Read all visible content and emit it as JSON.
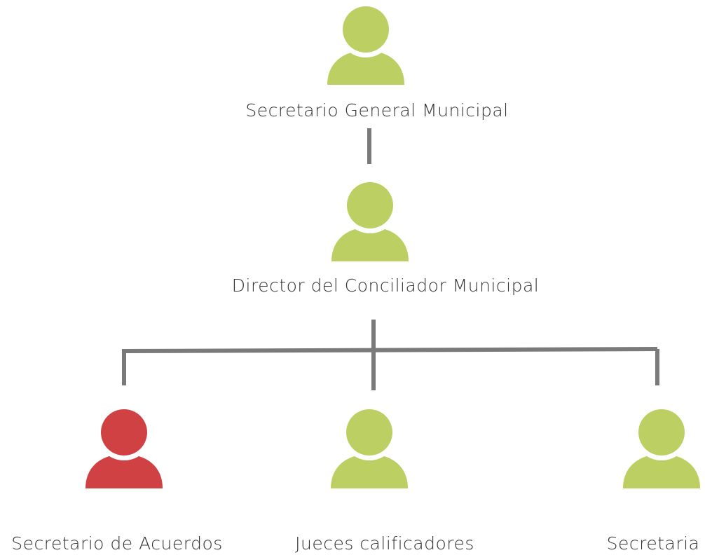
{
  "colors": {
    "person_default": "#bccf63",
    "person_highlight": "#d04144",
    "connector": "#7a7a7a"
  },
  "nodes": {
    "secretario_general": {
      "label": "Secretario General Municipal",
      "icon": "person-icon",
      "color": "#bccf63"
    },
    "director": {
      "label": "Director del Conciliador Municipal",
      "icon": "person-icon",
      "color": "#bccf63"
    },
    "secretario_acuerdos": {
      "label": "Secretario de Acuerdos",
      "icon": "person-icon",
      "color": "#d04144"
    },
    "jueces": {
      "label": "Jueces calificadores",
      "icon": "person-icon",
      "color": "#bccf63"
    },
    "secretaria": {
      "label": "Secretaria",
      "icon": "person-icon",
      "color": "#bccf63"
    }
  }
}
